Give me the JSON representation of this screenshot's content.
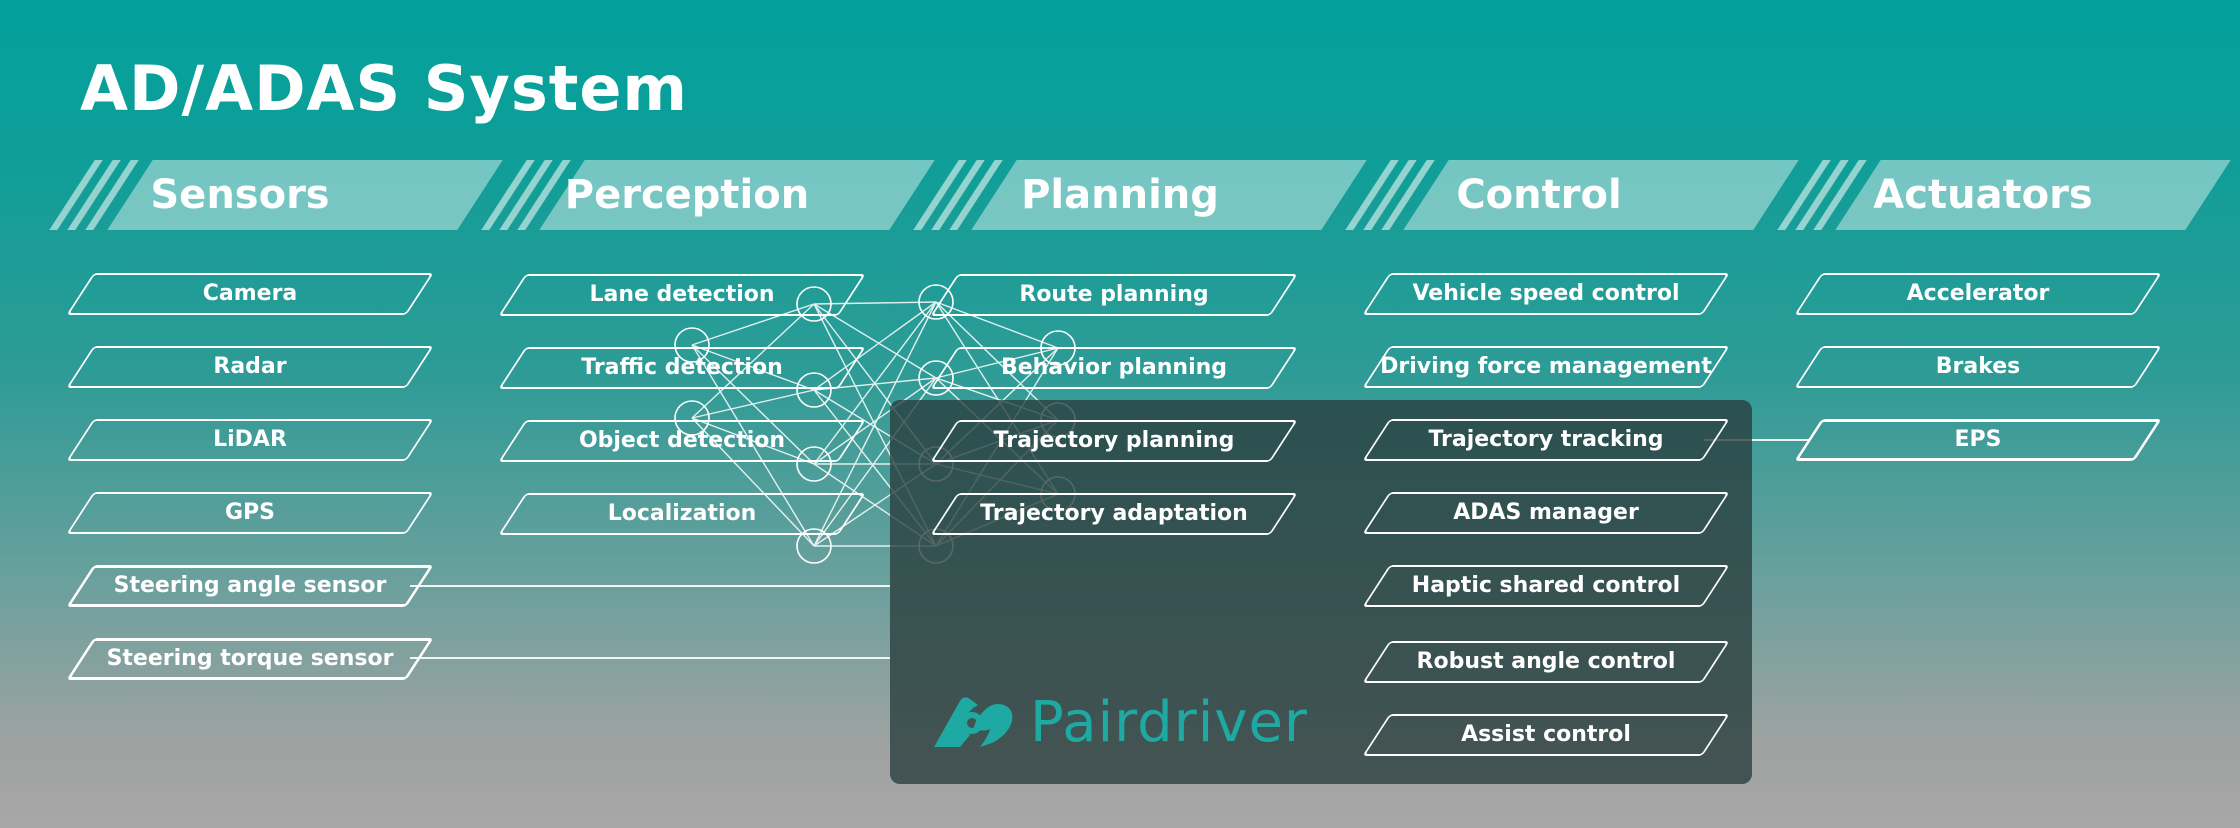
{
  "title": "AD/ADAS System",
  "columns": [
    {
      "header": "Sensors",
      "items": [
        "Camera",
        "Radar",
        "LiDAR",
        "GPS",
        "Steering angle sensor",
        "Steering torque sensor"
      ]
    },
    {
      "header": "Perception",
      "items": [
        "Lane detection",
        "Traffic detection",
        "Object detection",
        "Localization"
      ]
    },
    {
      "header": "Planning",
      "items": [
        "Route planning",
        "Behavior planning",
        "Trajectory planning",
        "Trajectory adaptation"
      ]
    },
    {
      "header": "Control",
      "items": [
        "Vehicle speed control",
        "Driving force management",
        "Trajectory tracking",
        "ADAS manager",
        "Haptic shared control",
        "Robust angle control",
        "Assist control"
      ]
    },
    {
      "header": "Actuators",
      "items": [
        "Accelerator",
        "Brakes",
        "EPS"
      ]
    }
  ],
  "brand": {
    "name": "Pairdriver",
    "color": "#1fa9a3",
    "icon": "pairdriver-logo-icon"
  }
}
